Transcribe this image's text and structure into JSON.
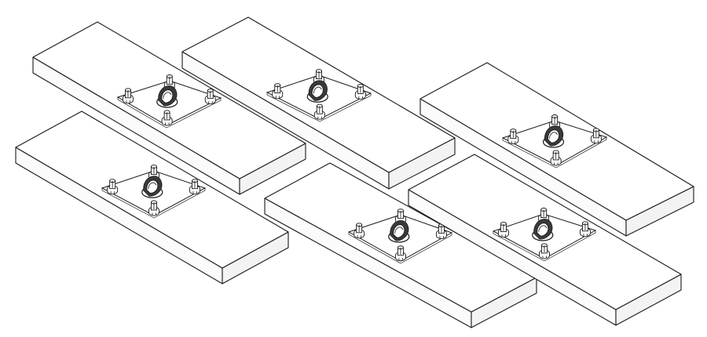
{
  "figure": {
    "description_visible_text": "",
    "slabs": [
      {
        "id": "slab-back-left",
        "fixtures": 1
      },
      {
        "id": "slab-back-center",
        "fixtures": 1
      },
      {
        "id": "slab-back-right",
        "fixtures": 1
      },
      {
        "id": "slab-front-left",
        "fixtures": 1
      },
      {
        "id": "slab-front-center",
        "fixtures": 1
      },
      {
        "id": "slab-front-right",
        "fixtures": 1
      }
    ],
    "fixture_parts": [
      "base-plate",
      "bolt",
      "lifting-ring"
    ],
    "bolts_per_plate": 4,
    "line_color": "#1a1a1a",
    "background_color": "#ffffff"
  }
}
